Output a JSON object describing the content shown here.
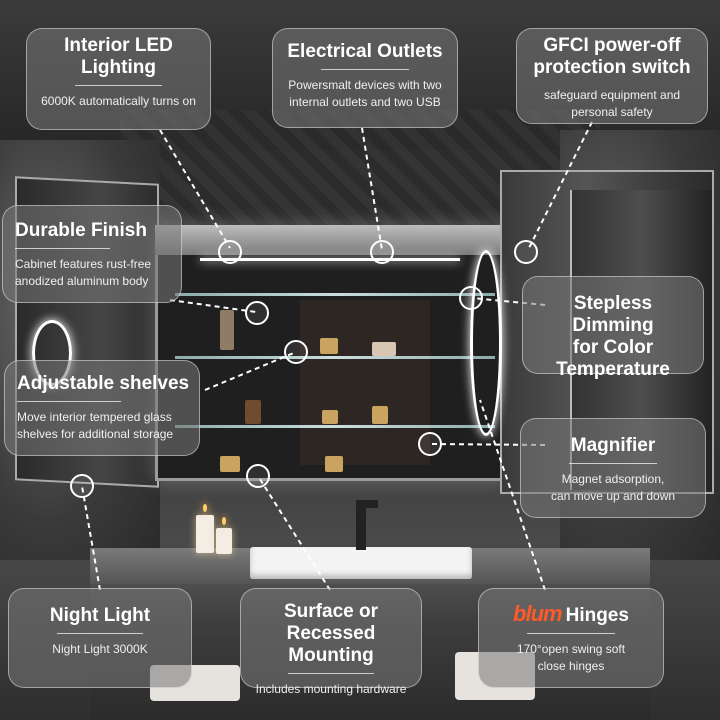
{
  "features": {
    "led_lighting": {
      "title": "Interior LED Lighting",
      "title_line1": "Interior LED",
      "title_line2": "Lighting",
      "desc": "6000K automatically turns on"
    },
    "electrical_outlets": {
      "title": "Electrical Outlets",
      "desc_line1": "Powersmalt devices with two",
      "desc_line2": "internal outlets and two USB"
    },
    "gfci": {
      "title_line1": "GFCI power-off",
      "title_line2": "protection switch",
      "desc_line1": "safeguard equipment and",
      "desc_line2": "personal safety"
    },
    "durable_finish": {
      "title": "Durable Finish",
      "desc_line1": "Cabinet features rust-free",
      "desc_line2": "anodized aluminum body"
    },
    "dimming": {
      "title_line1": "Stepless Dimming",
      "title_line2": "for Color",
      "title_line3": "Temperature"
    },
    "shelves": {
      "title": "Adjustable shelves",
      "desc_line1": "Move interior tempered glass",
      "desc_line2": "shelves for additional storage"
    },
    "magnifier": {
      "title": "Magnifier",
      "desc_line1": "Magnet adsorption,",
      "desc_line2": "can move up and down"
    },
    "night_light": {
      "title": "Night Light",
      "desc": "Night Light 3000K"
    },
    "mounting": {
      "title_line1": "Surface or Recessed",
      "title_line2": "Mounting",
      "desc": "Includes mounting hardware"
    },
    "hinges": {
      "brand": "blum",
      "title": "Hinges",
      "desc_line1": "170°open swing soft",
      "desc_line2": "close hinges"
    }
  },
  "colors": {
    "card_bg": "#787878",
    "card_border": "#ffffff",
    "brand_orange": "#ff5a2a",
    "marker": "#ffffff"
  },
  "icons": [
    "callout-marker-circle"
  ]
}
